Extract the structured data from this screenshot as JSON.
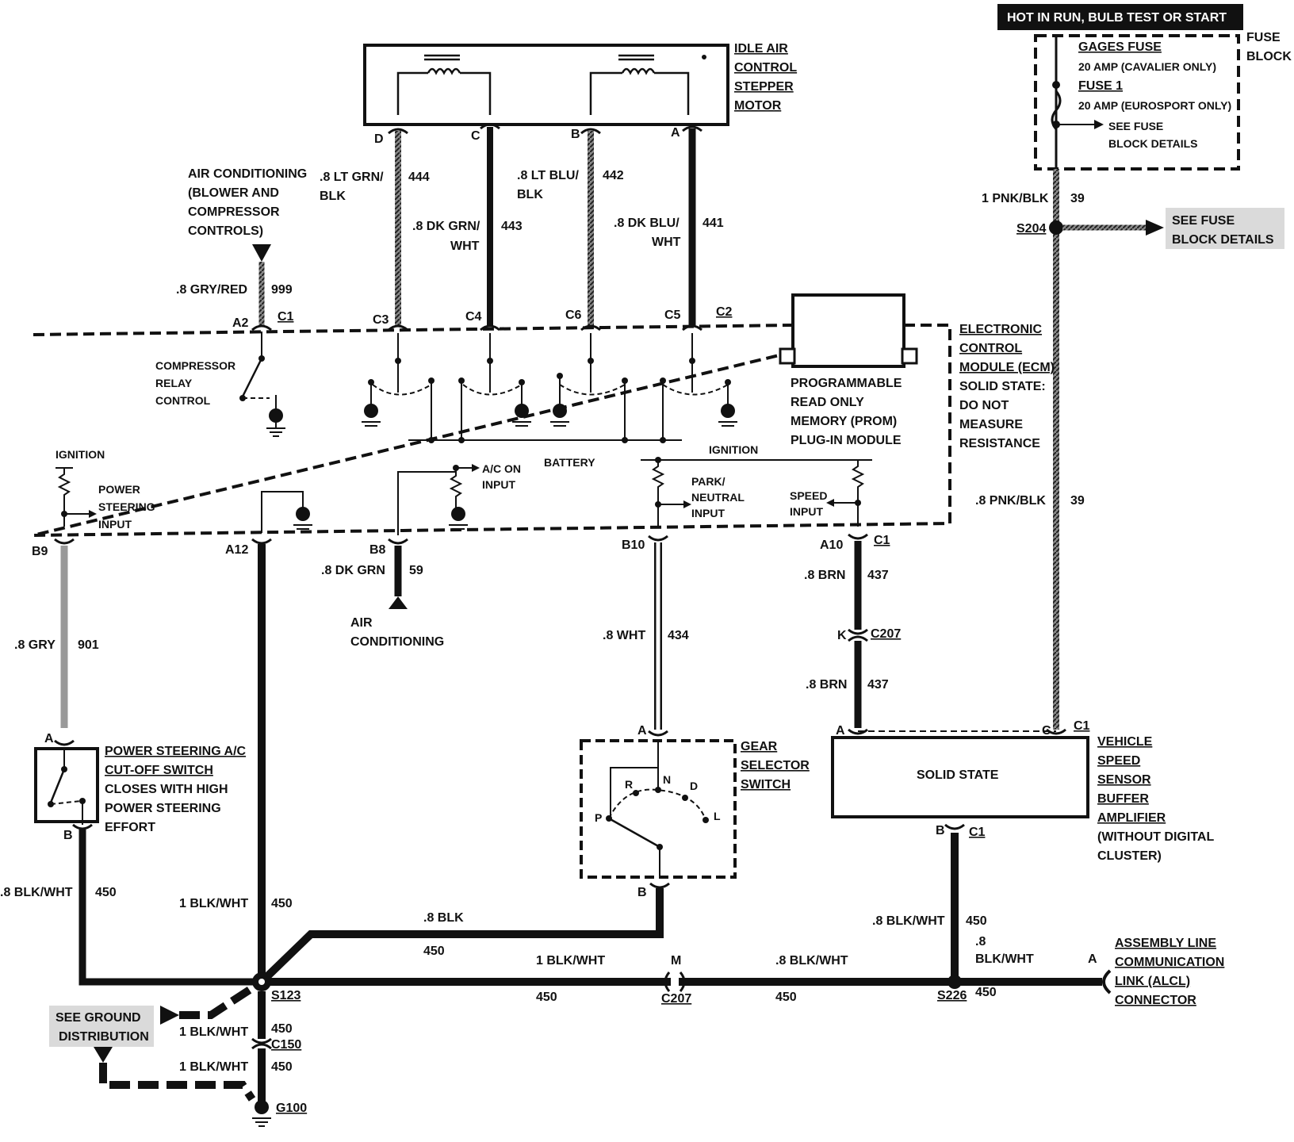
{
  "header": {
    "hot_banner": "HOT IN RUN, BULB TEST OR START"
  },
  "fuse_block": {
    "title_1": "FUSE",
    "title_2": "BLOCK",
    "gages_fuse": "GAGES FUSE",
    "gages_rating": "20 AMP (CAVALIER ONLY)",
    "fuse1": "FUSE 1",
    "fuse1_rating": "20 AMP (EUROSPORT ONLY)",
    "see_1": "SEE FUSE",
    "see_2": "BLOCK DETAILS"
  },
  "iac": {
    "l1": "IDLE AIR",
    "l2": "CONTROL",
    "l3": "STEPPER",
    "l4": "MOTOR",
    "pin_d": "D",
    "pin_c": "C",
    "pin_b": "B",
    "pin_a": "A"
  },
  "wires": {
    "w444_color_1": ".8 LT GRN/",
    "w444_color_2": "BLK",
    "w444_num": "444",
    "w443_color_1": ".8 DK GRN/",
    "w443_color_2": "WHT",
    "w443_num": "443",
    "w442_color_1": ".8 LT BLU/",
    "w442_color_2": "BLK",
    "w442_num": "442",
    "w441_color_1": ".8 DK BLU/",
    "w441_color_2": "WHT",
    "w441_num": "441",
    "w999_color": ".8 GRY/RED",
    "w999_num": "999",
    "w39a_color": "1 PNK/BLK",
    "w39a_num": "39",
    "w39b_color": ".8 PNK/BLK",
    "w39b_num": "39",
    "w901_color": ".8 GRY",
    "w901_num": "901",
    "w59_color": ".8 DK GRN",
    "w59_num": "59",
    "w434_color": ".8 WHT",
    "w434_num": "434",
    "w437a_color": ".8 BRN",
    "w437a_num": "437",
    "w437b_color": ".8 BRN",
    "w437b_num": "437",
    "w450_ps_color": ".8 BLK/WHT",
    "w450_ps_num": "450",
    "w450_main_color": "1 BLK/WHT",
    "w450_main_num": "450",
    "w450_gear_color": ".8 BLK",
    "w450_gear_num": "450",
    "w450_c207_color": "1 BLK/WHT",
    "w450_c207_num": "450",
    "w450_s226_color": ".8 BLK/WHT",
    "w450_s226_num": "450",
    "w450_vss_color": ".8 BLK/WHT",
    "w450_vss_num": "450",
    "w450_alcl_color_1": ".8",
    "w450_alcl_color_2": "BLK/WHT",
    "w450_alcl_num": "450",
    "w450_gnd1_color": "1 BLK/WHT",
    "w450_gnd1_num": "450",
    "w450_gnd2_color": "1 BLK/WHT",
    "w450_gnd2_num": "450"
  },
  "ac": {
    "l1": "AIR CONDITIONING",
    "l2": "(BLOWER AND",
    "l3": "COMPRESSOR",
    "l4": "CONTROLS)",
    "bottom_1": "AIR",
    "bottom_2": "CONDITIONING"
  },
  "ecm": {
    "l1": "ELECTRONIC",
    "l2": "CONTROL",
    "l3": "MODULE (ECM)",
    "l4": "SOLID STATE:",
    "l5": "DO NOT",
    "l6": "MEASURE",
    "l7": "RESISTANCE",
    "prom_1": "PROGRAMMABLE",
    "prom_2": "READ ONLY",
    "prom_3": "MEMORY (PROM)",
    "prom_4": "PLUG-IN MODULE",
    "comp_1": "COMPRESSOR",
    "comp_2": "RELAY",
    "comp_3": "CONTROL",
    "ign_left": "IGNITION",
    "ign_right": "IGNITION",
    "ps_1": "POWER",
    "ps_2": "STEERING",
    "ps_3": "INPUT",
    "acon_1": "A/C ON",
    "acon_2": "INPUT",
    "battery": "BATTERY",
    "park_1": "PARK/",
    "park_2": "NEUTRAL",
    "park_3": "INPUT",
    "speed_1": "SPEED",
    "speed_2": "INPUT"
  },
  "connectors": {
    "a2": "A2",
    "c1_top": "C1",
    "c3": "C3",
    "c4": "C4",
    "c6": "C6",
    "c5": "C5",
    "c2": "C2",
    "b9": "B9",
    "a12": "A12",
    "b8": "B8",
    "b10": "B10",
    "a10": "A10",
    "c1_ecm": "C1",
    "k": "K",
    "c207_top": "C207",
    "m": "M",
    "c207_bot": "C207",
    "c150": "C150",
    "a_ps": "A",
    "b_ps": "B",
    "a_gear": "A",
    "b_gear": "B",
    "a_vss": "A",
    "c_vss": "C",
    "c1_vss": "C1",
    "b_vss": "B",
    "c1_vss_b": "C1",
    "a_alcl": "A"
  },
  "splices": {
    "s204": "S204",
    "s123": "S123",
    "s226": "S226",
    "g100": "G100"
  },
  "see_fuse_right": {
    "l1": "SEE FUSE",
    "l2": "BLOCK DETAILS"
  },
  "ps_switch": {
    "l1": "POWER STEERING A/C",
    "l2": "CUT-OFF SWITCH",
    "l3": "CLOSES WITH HIGH",
    "l4": "POWER STEERING",
    "l5": "EFFORT"
  },
  "gear": {
    "l1": "GEAR",
    "l2": "SELECTOR",
    "l3": "SWITCH",
    "p": "P",
    "r": "R",
    "n": "N",
    "d": "D",
    "l": "L"
  },
  "vss": {
    "box": "SOLID STATE",
    "l1": "VEHICLE",
    "l2": "SPEED",
    "l3": "SENSOR",
    "l4": "BUFFER",
    "l5": "AMPLIFIER",
    "l6": "(WITHOUT DIGITAL",
    "l7": "CLUSTER)"
  },
  "alcl": {
    "l1": "ASSEMBLY LINE",
    "l2": "COMMUNICATION",
    "l3": "LINK (ALCL)",
    "l4": "CONNECTOR"
  },
  "ground": {
    "l1": "SEE GROUND",
    "l2": "DISTRIBUTION"
  }
}
